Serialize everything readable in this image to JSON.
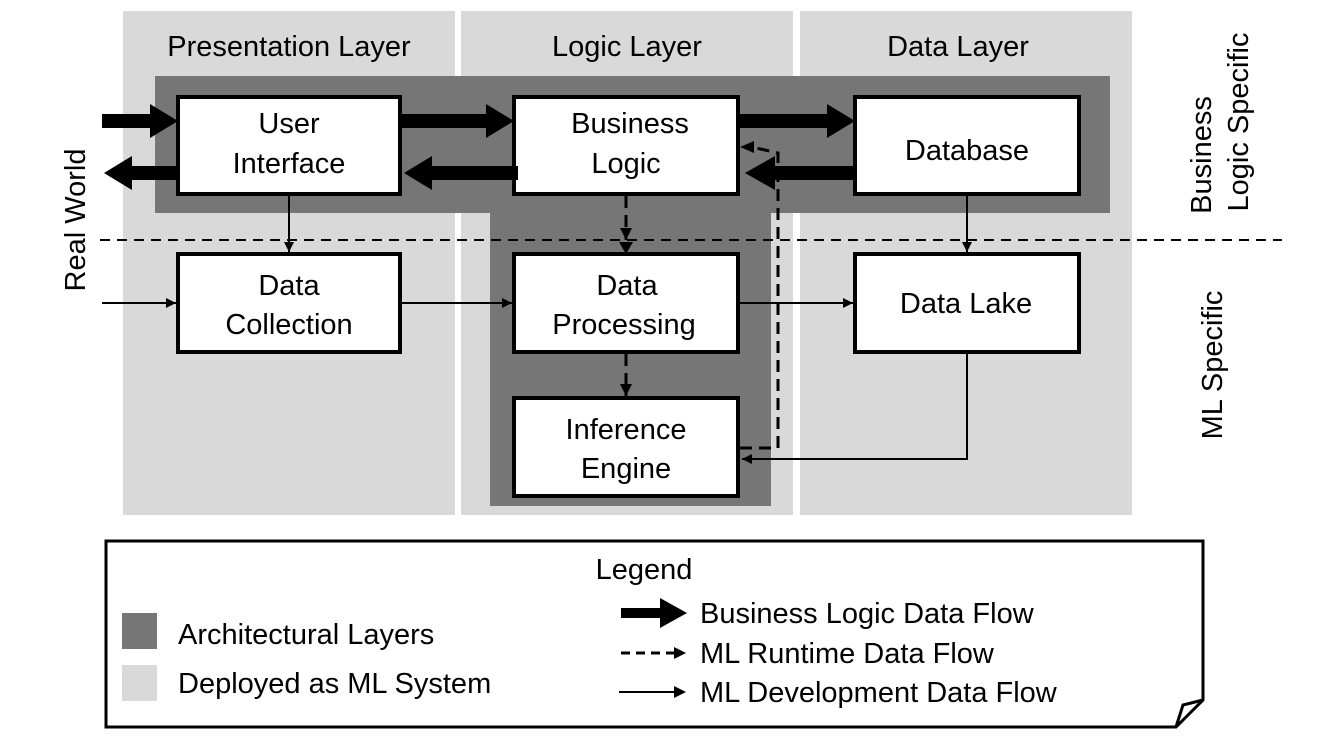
{
  "colors": {
    "deployed_bg": "#d9d9d9",
    "architectural_bg": "#767676",
    "box_fill": "#ffffff",
    "stroke": "#000000"
  },
  "columns": [
    {
      "id": "presentation",
      "label": "Presentation Layer"
    },
    {
      "id": "logic",
      "label": "Logic Layer"
    },
    {
      "id": "data",
      "label": "Data Layer"
    }
  ],
  "side_labels": {
    "left": "Real World",
    "right_top": [
      "Business",
      "Logic Specific"
    ],
    "right_bottom": "ML Specific"
  },
  "boxes": {
    "user_interface": [
      "User",
      "Interface"
    ],
    "business_logic": [
      "Business",
      "Logic"
    ],
    "database": [
      "Database"
    ],
    "data_collection": [
      "Data",
      "Collection"
    ],
    "data_processing": [
      "Data",
      "Processing"
    ],
    "data_lake": [
      "Data Lake"
    ],
    "inference_engine": [
      "Inference",
      "Engine"
    ]
  },
  "flows": [
    {
      "from": "real_world",
      "to": "user_interface",
      "type": "business"
    },
    {
      "from": "user_interface",
      "to": "real_world",
      "type": "business"
    },
    {
      "from": "user_interface",
      "to": "business_logic",
      "type": "business"
    },
    {
      "from": "business_logic",
      "to": "user_interface",
      "type": "business"
    },
    {
      "from": "business_logic",
      "to": "database",
      "type": "business"
    },
    {
      "from": "database",
      "to": "business_logic",
      "type": "business"
    },
    {
      "from": "inference_engine",
      "to": "business_logic",
      "type": "runtime"
    },
    {
      "from": "business_logic",
      "to": "data_processing",
      "type": "runtime"
    },
    {
      "from": "data_processing",
      "to": "inference_engine",
      "type": "runtime"
    },
    {
      "from": "user_interface",
      "to": "data_collection",
      "type": "development"
    },
    {
      "from": "database",
      "to": "data_lake",
      "type": "development"
    },
    {
      "from": "real_world",
      "to": "data_collection",
      "type": "development"
    },
    {
      "from": "data_collection",
      "to": "data_processing",
      "type": "development"
    },
    {
      "from": "data_processing",
      "to": "data_lake",
      "type": "development"
    },
    {
      "from": "data_lake",
      "to": "inference_engine",
      "type": "development"
    }
  ],
  "legend": {
    "title": "Legend",
    "areas": [
      {
        "label": "Architectural Layers",
        "color": "#767676"
      },
      {
        "label": "Deployed as ML System",
        "color": "#d9d9d9"
      }
    ],
    "flows": [
      {
        "label": "Business Logic Data Flow",
        "style": "thick"
      },
      {
        "label": "ML Runtime Data Flow",
        "style": "dashed"
      },
      {
        "label": "ML Development Data Flow",
        "style": "thin"
      }
    ]
  }
}
